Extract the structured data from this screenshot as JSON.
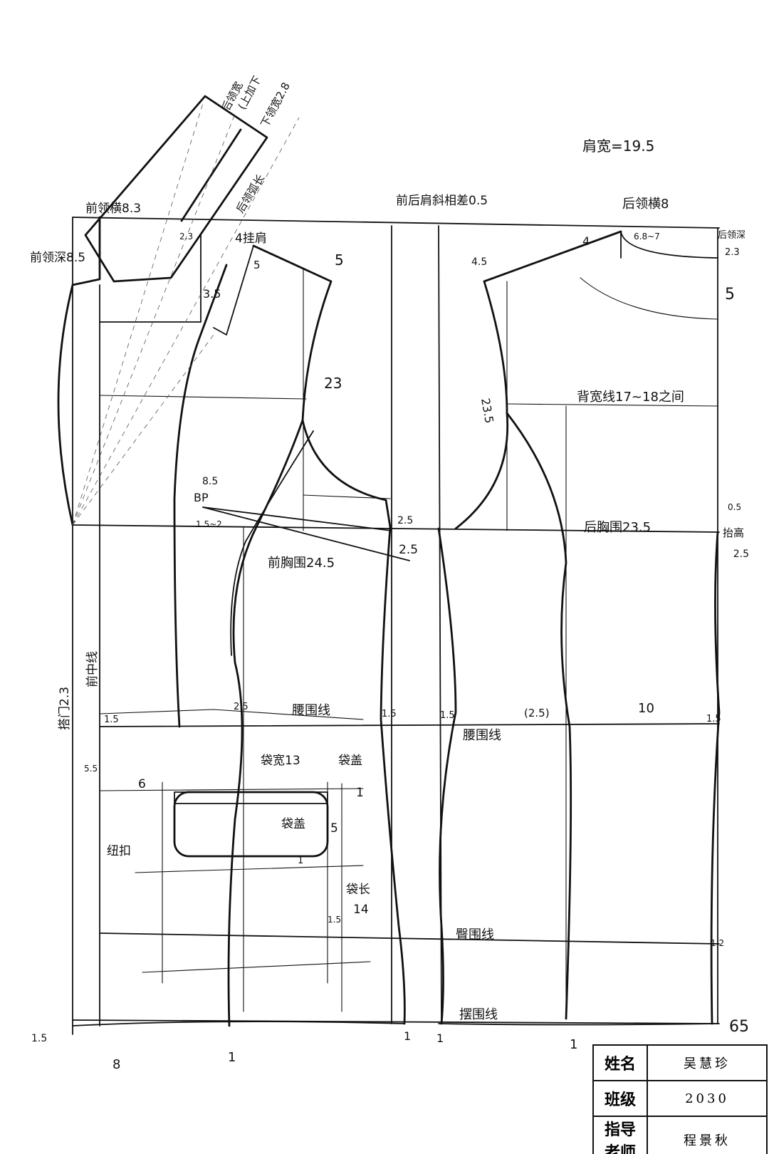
{
  "labels": {
    "back_collar_width_upper": "后领宽",
    "add_down": "(上加下",
    "lower_collar_width": "下领宽2.8",
    "collar_length": "后领弧长",
    "front_neck_width": "前领横8.3",
    "front_neck_depth": "前领深8.5",
    "lapel": "2.3",
    "shoulder_drop": "4挂肩",
    "front_shoulder_5": "5",
    "front_shoulder_5b": "5",
    "collar_step": "3.5",
    "armhole_front": "23",
    "bp_height": "8.5",
    "bp": "BP",
    "bp_offset": "1.5~2",
    "front_chest": "前胸围24.5",
    "side_25a": "2.5",
    "side_25b": "2.5",
    "shoulder_diff": "前后肩斜相差0.5",
    "back_shoulder_45": "4.5",
    "back_armhole": "23.5",
    "shoulder_width": "肩宽=19.5",
    "back_neck_width": "后领横8",
    "back_shoulder_4": "4",
    "back_neck_range": "6.8~7",
    "back_neck_depth": "后领深",
    "back_neck_depth_val": "2.3",
    "back_5": "5",
    "back_width_line": "背宽线17~18之间",
    "back_chest": "后胸围23.5",
    "back_05": "0.5",
    "back_extra": "抬高",
    "back_25": "2.5",
    "placket": "搭门2.3",
    "center_front": "前中线",
    "waist_15_left": "1.5",
    "waist_25": "2.5",
    "waist_line": "腰围线",
    "waist_15_mid": "1.5",
    "waist_15_mid2": "1.5",
    "waist_line_2": "腰围线",
    "waist_paren": "(2.5)",
    "waist_10": "10",
    "waist_15_right": "1.5",
    "pocket_depth": "5.5",
    "pocket_6": "6",
    "pocket_width": "袋宽13",
    "pocket_flap_label": "袋盖",
    "pocket_1": "1",
    "pocket_flap": "袋盖",
    "pocket_5": "5",
    "pocket_1b": "1",
    "button": "纽扣",
    "pocket_length": "袋长",
    "pocket_length_val": "14",
    "pocket_15": "1.5",
    "hip_line": "臀围线",
    "hip_12": "1.2",
    "hem_line": "摆围线",
    "hem_65": "65",
    "hem_15": "1.5",
    "bottom_8": "8",
    "bottom_1a": "1",
    "bottom_1b": "1",
    "bottom_1c": "1",
    "bottom_1d": "1"
  },
  "title_block": {
    "name_label": "姓名",
    "name_value": "吴慧珍",
    "class_label": "班级",
    "class_value": "2030",
    "teacher_label": "指导老师",
    "teacher_value": "程景秋"
  }
}
